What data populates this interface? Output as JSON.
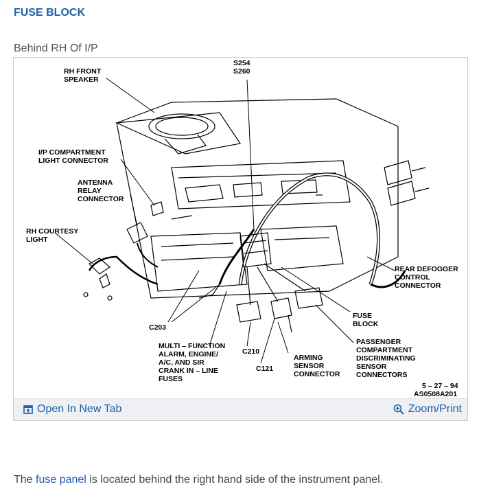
{
  "heading": "FUSE BLOCK",
  "caption": "Behind RH Of I/P",
  "diagram": {
    "labels": {
      "rh_front_speaker": [
        "RH FRONT",
        "SPEAKER"
      ],
      "splice": [
        "S254",
        "S260"
      ],
      "ip_compartment": [
        "I/P COMPARTMENT",
        "LIGHT CONNECTOR"
      ],
      "antenna_relay": [
        "ANTENNA",
        "RELAY",
        "CONNECTOR"
      ],
      "rh_courtesy": [
        "RH COURTESY",
        "LIGHT"
      ],
      "rear_defogger": [
        "REAR DEFOGGER",
        "CONTROL",
        "CONNECTOR"
      ],
      "fuse_block": [
        "FUSE",
        "BLOCK"
      ],
      "c203": "C203",
      "multi_function": [
        "MULTI – FUNCTION",
        "ALARM, ENGINE/",
        "A/C, AND SIR",
        "CRANK IN – LINE",
        "FUSES"
      ],
      "c210": "C210",
      "c121": "C121",
      "arming_sensor": [
        "ARMING",
        "SENSOR",
        "CONNECTOR"
      ],
      "passenger_compartment": [
        "PASSENGER",
        "COMPARTMENT",
        "DISCRIMINATING",
        "SENSOR",
        "CONNECTORS"
      ],
      "date_code": [
        "5 – 27 – 94",
        "AS0508A201"
      ]
    }
  },
  "toolbar": {
    "open_tab_label": "Open In New Tab",
    "zoom_label": "Zoom/Print"
  },
  "footer": {
    "prefix": "The ",
    "link": "fuse panel",
    "suffix": " is located behind the right hand side of the instrument panel."
  }
}
